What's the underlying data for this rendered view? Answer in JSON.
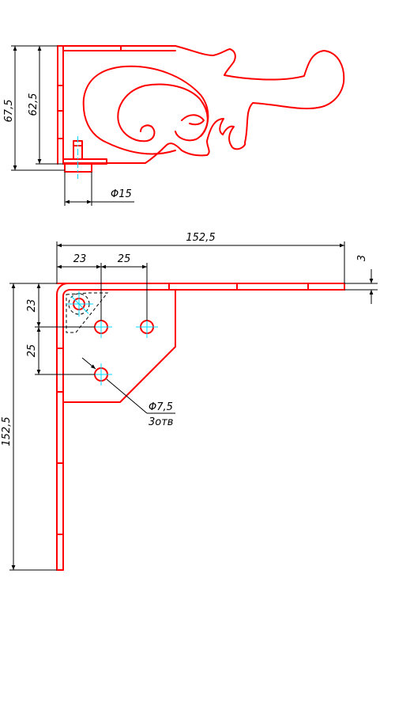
{
  "side_view": {
    "dims": {
      "height_total": "67,5",
      "height_inner": "62,5",
      "pin_diameter": "Φ15"
    }
  },
  "top_view": {
    "dims": {
      "width_total": "152,5",
      "hole_offset_x1": "23",
      "hole_spacing_x": "25",
      "thickness": "3",
      "hole_offset_y1": "23",
      "hole_spacing_y": "25",
      "height_total": "152,5",
      "hole_diameter": "Φ7,5",
      "hole_count": "3отв"
    }
  }
}
